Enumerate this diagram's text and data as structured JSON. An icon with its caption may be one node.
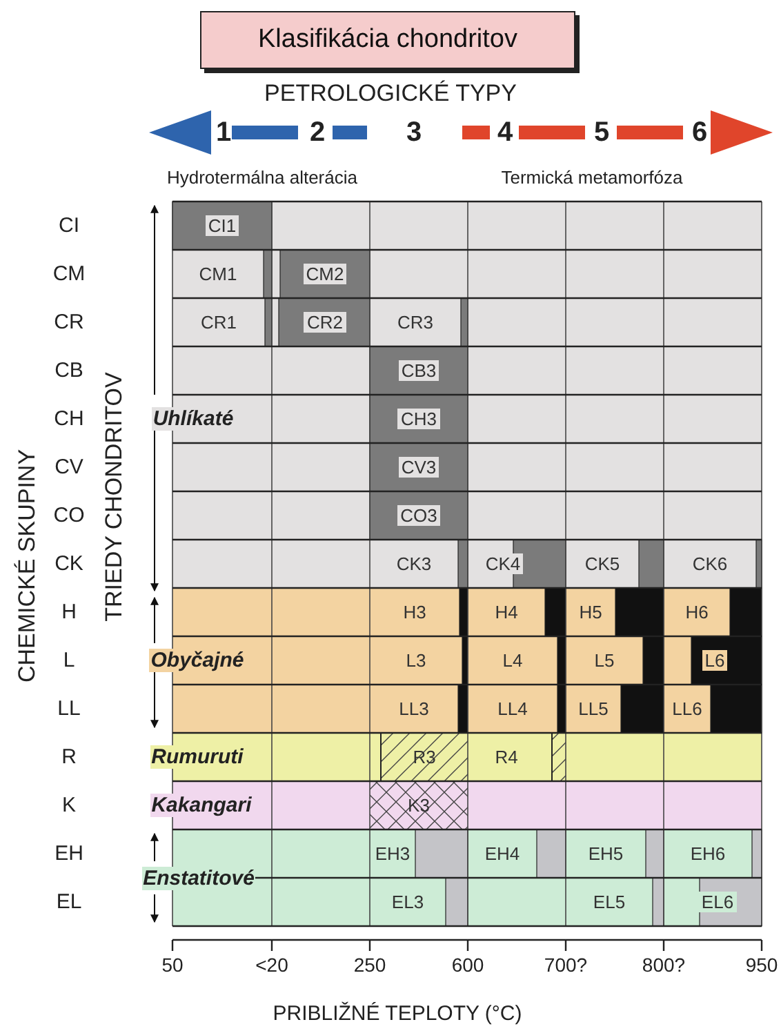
{
  "diagram": {
    "title": "Klasifikácia chondritov",
    "labels": [
      "PETROLOGICKÉ TYPY",
      "1",
      "2",
      "3",
      "4",
      "5",
      "6",
      "Hydrotermálna alterácia",
      "Termická metamorfóza",
      "CI",
      "CI1",
      "CM",
      "CM1",
      "CM2",
      "CR",
      "CR1",
      "CR2",
      "CR3",
      "CB",
      "CB3",
      "CH",
      "Uhlíkaté",
      "CH3",
      "CV",
      "CV3",
      "CO",
      "CO3",
      "CK",
      "CK3",
      "CK4",
      "CK5",
      "CK6",
      "H",
      "H3",
      "H4",
      "H5",
      "H6",
      "L",
      "Obyčajné",
      "L3",
      "L4",
      "L5",
      "L6",
      "LL",
      "LL3",
      "LL4",
      "LL5",
      "LL6",
      "R",
      "Rumuruti",
      "R3",
      "R4",
      "K",
      "Kakangari",
      "K3",
      "EH",
      "EH3",
      "EH4",
      "EH5",
      "EH6",
      "Enstatitové",
      "EL",
      "EL3",
      "EL5",
      "EL6",
      "50",
      "<20",
      "250",
      "600",
      "700?",
      "800?",
      "950",
      "CHEMICKÉ SKUPINY",
      "TRIEDY CHONDRITOV",
      "PRIBLIŽNÉ TEPLOTY (°C)"
    ]
  }
}
